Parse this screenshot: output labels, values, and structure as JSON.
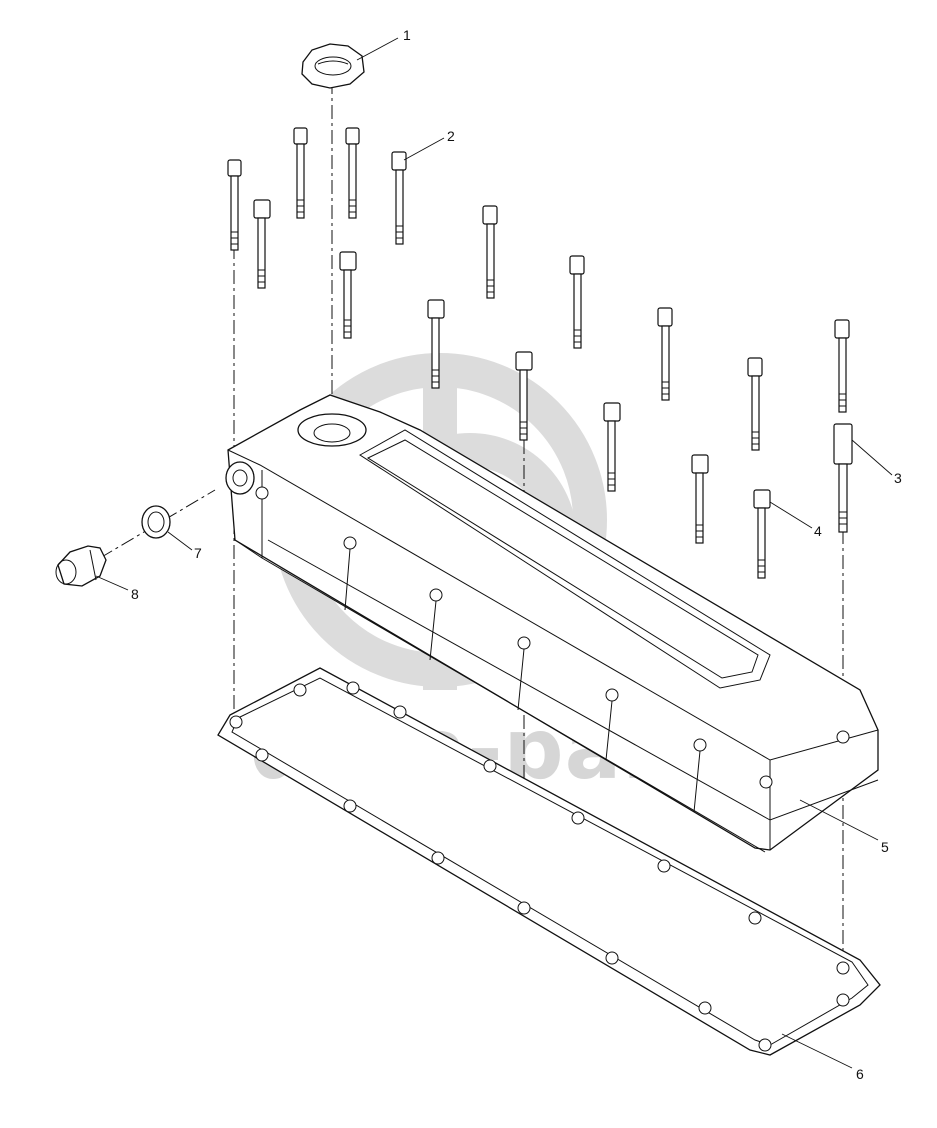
{
  "watermark": {
    "text": "data-parts",
    "logo": "dp-logo-circles",
    "color": "#d6d6d6"
  },
  "callouts": [
    {
      "id": "callout-1",
      "label": "1",
      "part": "oil filler cap"
    },
    {
      "id": "callout-2",
      "label": "2",
      "part": "long bolt"
    },
    {
      "id": "callout-3",
      "label": "3",
      "part": "spacer stud"
    },
    {
      "id": "callout-4",
      "label": "4",
      "part": "flange bolt"
    },
    {
      "id": "callout-5",
      "label": "5",
      "part": "valve cover"
    },
    {
      "id": "callout-6",
      "label": "6",
      "part": "gasket"
    },
    {
      "id": "callout-7",
      "label": "7",
      "part": "sealing ring"
    },
    {
      "id": "callout-8",
      "label": "8",
      "part": "breather fitting"
    }
  ],
  "colors": {
    "line": "#111111",
    "background": "#ffffff"
  }
}
